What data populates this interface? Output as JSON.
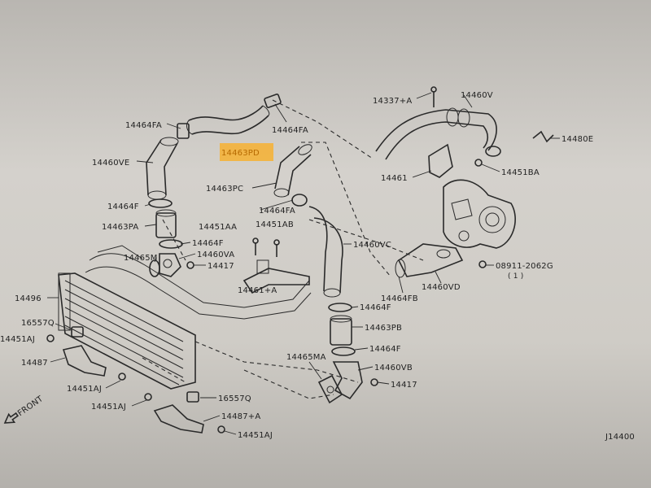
{
  "labels": {
    "p14337A": "14337+A",
    "p14460V": "14460V",
    "p14464FA_a": "14464FA",
    "p14464FA_b": "14464FA",
    "p14463PD": "14463PD",
    "p14460VE": "14460VE",
    "p14480E": "14480E",
    "p14461": "14461",
    "p14451BA": "14451BA",
    "p14463PC": "14463PC",
    "p14464FA_c": "14464FA",
    "p14464F_a": "14464F",
    "p14463PA": "14463PA",
    "p14451AA": "14451AA",
    "p14451AB": "14451AB",
    "p14464F_b": "14464F",
    "p14460VC": "14460VC",
    "p14465M": "14465M",
    "p14460VA": "14460VA",
    "p14417_a": "14417",
    "p08911": "08911-2062G",
    "p08911_qty": "( 1 )",
    "p14461A": "14461+A",
    "p14464FB": "14464FB",
    "p14460VD": "14460VD",
    "p14496": "14496",
    "p14464F_c": "14464F",
    "p16557Q_a": "16557Q",
    "p14451AJ_a": "14451AJ",
    "p14463PB": "14463PB",
    "p14464F_d": "14464F",
    "p14487": "14487",
    "p14465MA": "14465MA",
    "p14460VB": "14460VB",
    "p14451AJ_b": "14451AJ",
    "p14417_b": "14417",
    "p16557Q_b": "16557Q",
    "p14451AJ_c": "14451AJ",
    "p14487A": "14487+A",
    "p14451AJ_d": "14451AJ",
    "front": "FRONT",
    "figure_code": "J14400"
  },
  "highlight_color": "#f4b23a",
  "icons": {
    "front_arrow": "front-arrow-icon",
    "nut": "nut-circle-n-icon"
  }
}
